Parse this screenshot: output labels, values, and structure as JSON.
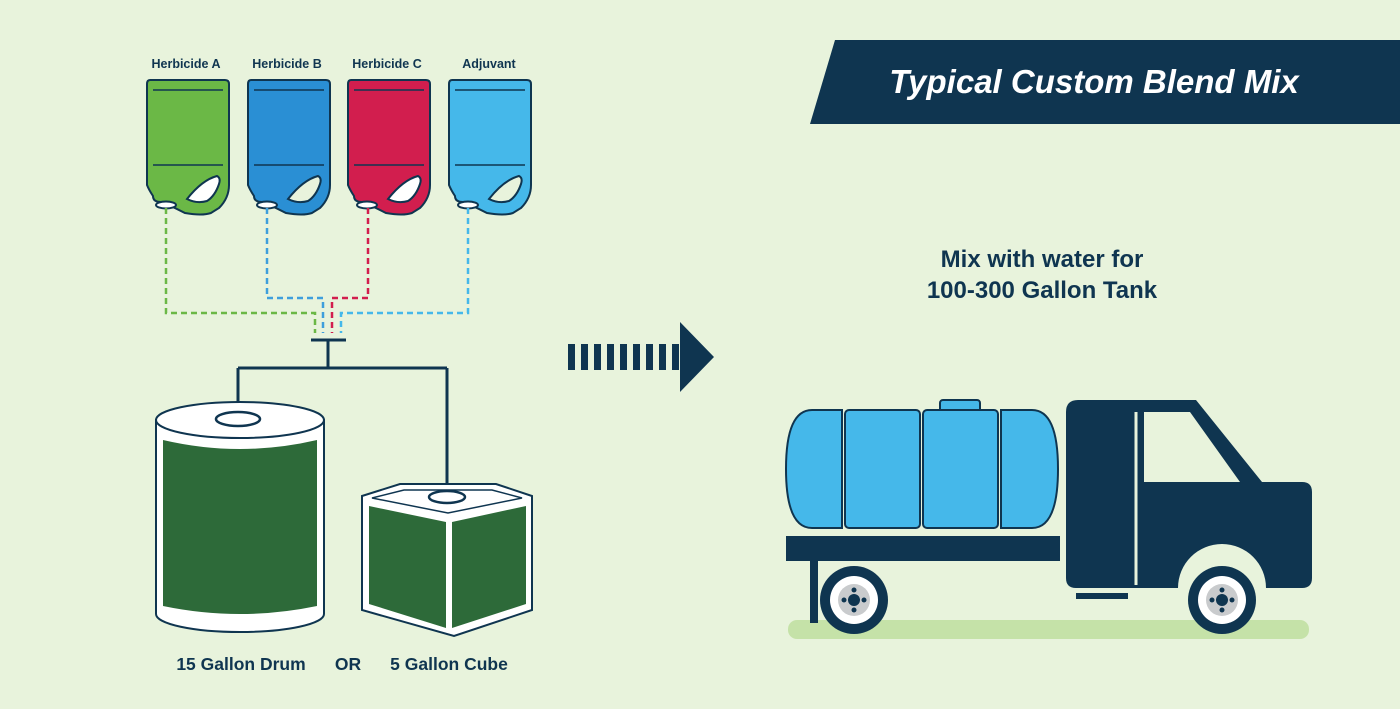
{
  "title": "Typical Custom Blend Mix",
  "jugs": [
    {
      "label": "Herbicide A",
      "color": "#6bb846",
      "line_color": "#6bb846"
    },
    {
      "label": "Herbicide B",
      "color": "#2a8fd4",
      "line_color": "#3f9fdc"
    },
    {
      "label": "Herbicide C",
      "color": "#d21e4e",
      "line_color": "#d21e4e"
    },
    {
      "label": "Adjuvant",
      "color": "#45b8ea",
      "line_color": "#45b8ea"
    }
  ],
  "containers": {
    "drum_label": "15 Gallon Drum",
    "or_label": "OR",
    "cube_label": "5 Gallon Cube"
  },
  "mix_note": {
    "line1": "Mix with water for",
    "line2": "100-300 Gallon Tank"
  },
  "colors": {
    "background": "#e8f3dc",
    "navy": "#0f3550",
    "container_green": "#2d6a39",
    "tank_blue": "#45b8ea",
    "ground": "#c5e2a8"
  }
}
